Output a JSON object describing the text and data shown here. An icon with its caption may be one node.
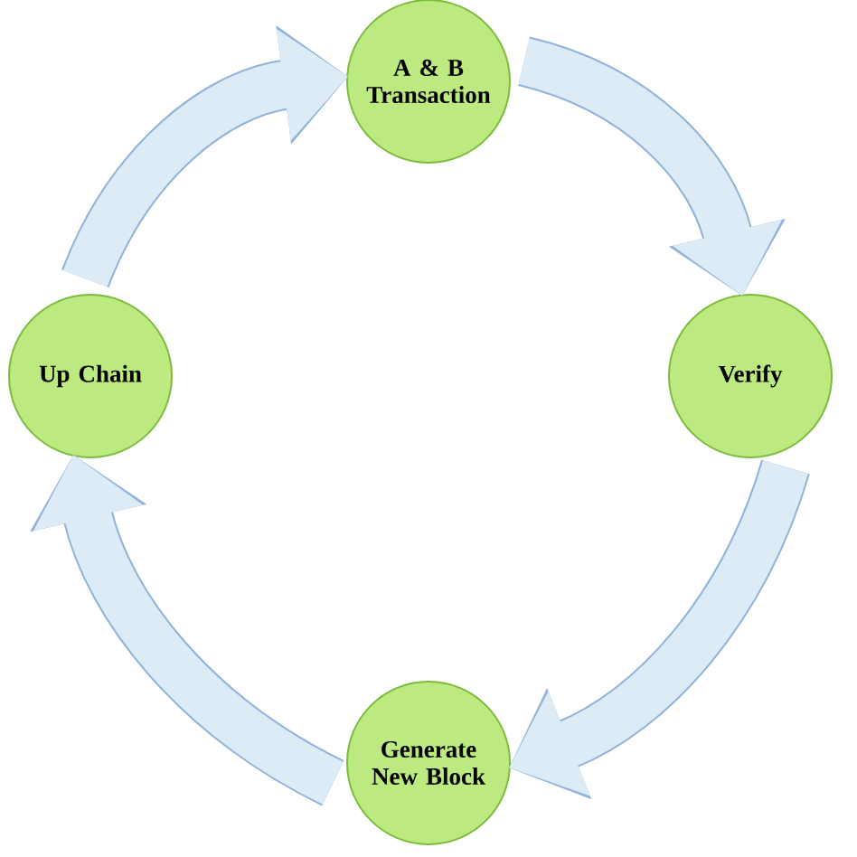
{
  "diagram": {
    "nodes": [
      {
        "text": [
          "A & B Transaction"
        ]
      },
      {
        "text": [
          "Verify"
        ]
      },
      {
        "text": [
          "Generate New Block"
        ]
      },
      {
        "text": [
          "Up Chain"
        ]
      }
    ],
    "edges": [
      {
        "from": 3,
        "to": 0,
        "arrow": "to"
      },
      {
        "from": 0,
        "to": 1,
        "arrow": "to"
      },
      {
        "from": 1,
        "to": 2,
        "arrow": "to"
      },
      {
        "from": 2,
        "to": 3,
        "arrow": "to"
      }
    ]
  }
}
